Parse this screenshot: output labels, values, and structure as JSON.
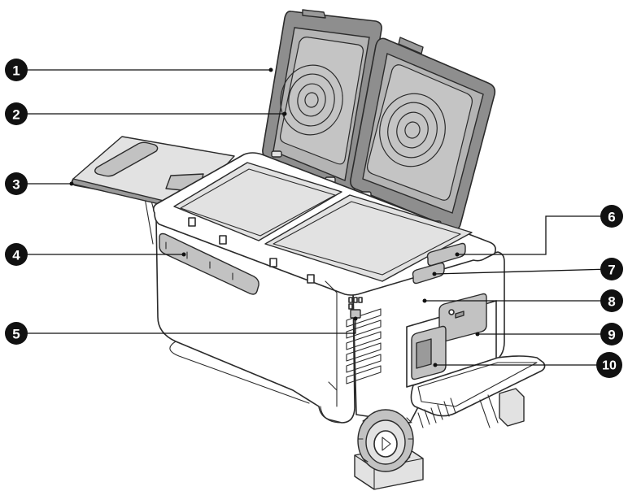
{
  "callouts": [
    {
      "label": "1"
    },
    {
      "label": "2"
    },
    {
      "label": "3"
    },
    {
      "label": "4"
    },
    {
      "label": "5"
    },
    {
      "label": "6"
    },
    {
      "label": "7"
    },
    {
      "label": "8"
    },
    {
      "label": "9"
    },
    {
      "label": "10"
    }
  ],
  "colors": {
    "badge": "#111111",
    "lid": "#8e8e8e",
    "outline": "#2b2b2b"
  }
}
